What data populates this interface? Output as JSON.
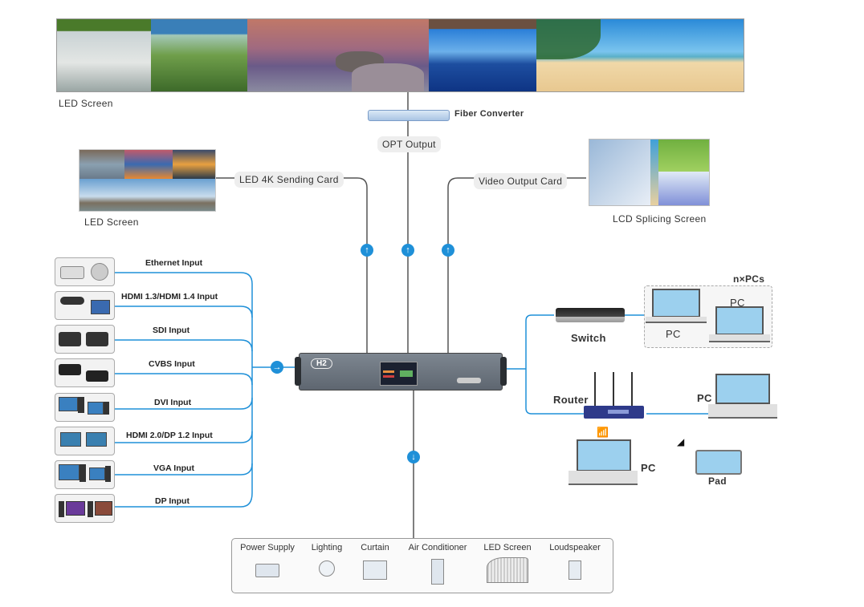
{
  "top_screen": {
    "label": "LED Screen"
  },
  "fiber_converter": {
    "label": "Fiber Converter"
  },
  "opt_output": {
    "label": "OPT Output"
  },
  "left_screen": {
    "label": "LED Screen",
    "card_label": "LED  4K Sending Card"
  },
  "right_screen": {
    "label": "LCD Splicing Screen",
    "card_label": "Video Output Card"
  },
  "device": {
    "brand_badge": "H2"
  },
  "inputs": [
    {
      "label": "Ethernet Input",
      "icon": "camera-icon"
    },
    {
      "label": "HDMI 1.3/HDMI 1.4  Input",
      "icon": "media-player-laptop-icon"
    },
    {
      "label": "SDI Input",
      "icon": "camcorder-icon"
    },
    {
      "label": "CVBS Input",
      "icon": "converter-box-icon"
    },
    {
      "label": "DVI Input",
      "icon": "desktop-pc-icon"
    },
    {
      "label": "HDMI 2.0/DP 1.2 Input",
      "icon": "laptop-icon"
    },
    {
      "label": "VGA Input",
      "icon": "desktop-pc-icon"
    },
    {
      "label": "DP Input",
      "icon": "monitor-icon"
    }
  ],
  "network": {
    "group_label": "n×PCs",
    "switch_label": "Switch",
    "router_label": "Router",
    "pc_label": "PC",
    "pad_label": "Pad"
  },
  "peripherals": [
    {
      "label": "Power Supply",
      "icon": "power-strip-icon"
    },
    {
      "label": "Lighting",
      "icon": "light-bulb-icon"
    },
    {
      "label": "Curtain",
      "icon": "curtain-icon"
    },
    {
      "label": "Air Conditioner",
      "icon": "air-conditioner-icon"
    },
    {
      "label": "LED Screen",
      "icon": "curved-led-screen-icon"
    },
    {
      "label": "Loudspeaker",
      "icon": "speaker-icon"
    }
  ],
  "colors": {
    "line_blue": "#1f90d8",
    "line_gray": "#555555"
  }
}
